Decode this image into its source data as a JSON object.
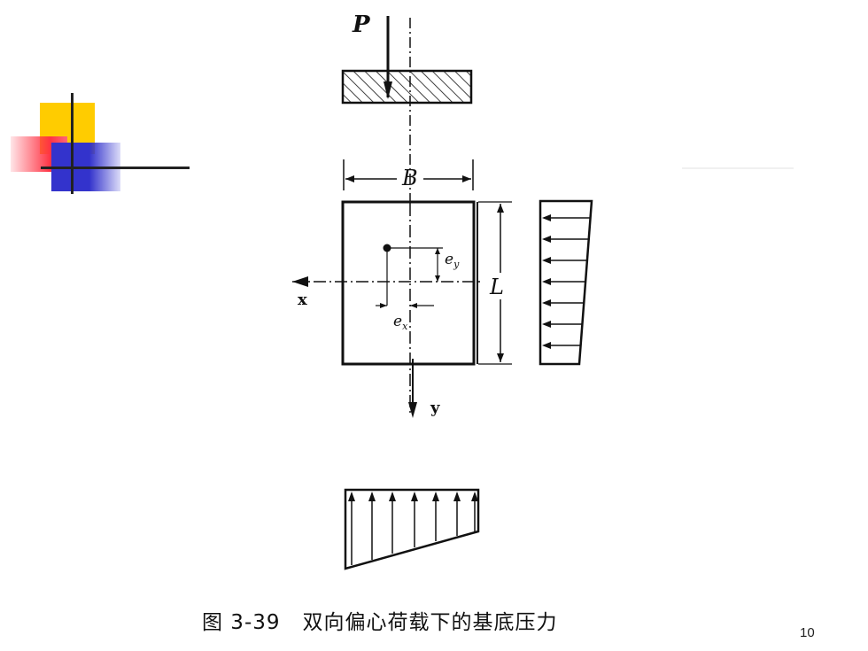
{
  "diagram": {
    "label_P": "P",
    "label_B": "B",
    "label_L": "L",
    "label_x": "x",
    "label_y": "y",
    "label_ey": "e",
    "label_ey_sub": "y",
    "label_ex": "e",
    "label_ex_sub": "x"
  },
  "caption": "图 3-39   双向偏心荷载下的基底压力",
  "page_number": "10",
  "colors": {
    "deco_yellow": "#ffcc00",
    "deco_red": "#ff3344",
    "deco_blue": "#3333cc",
    "ink": "#111111"
  }
}
